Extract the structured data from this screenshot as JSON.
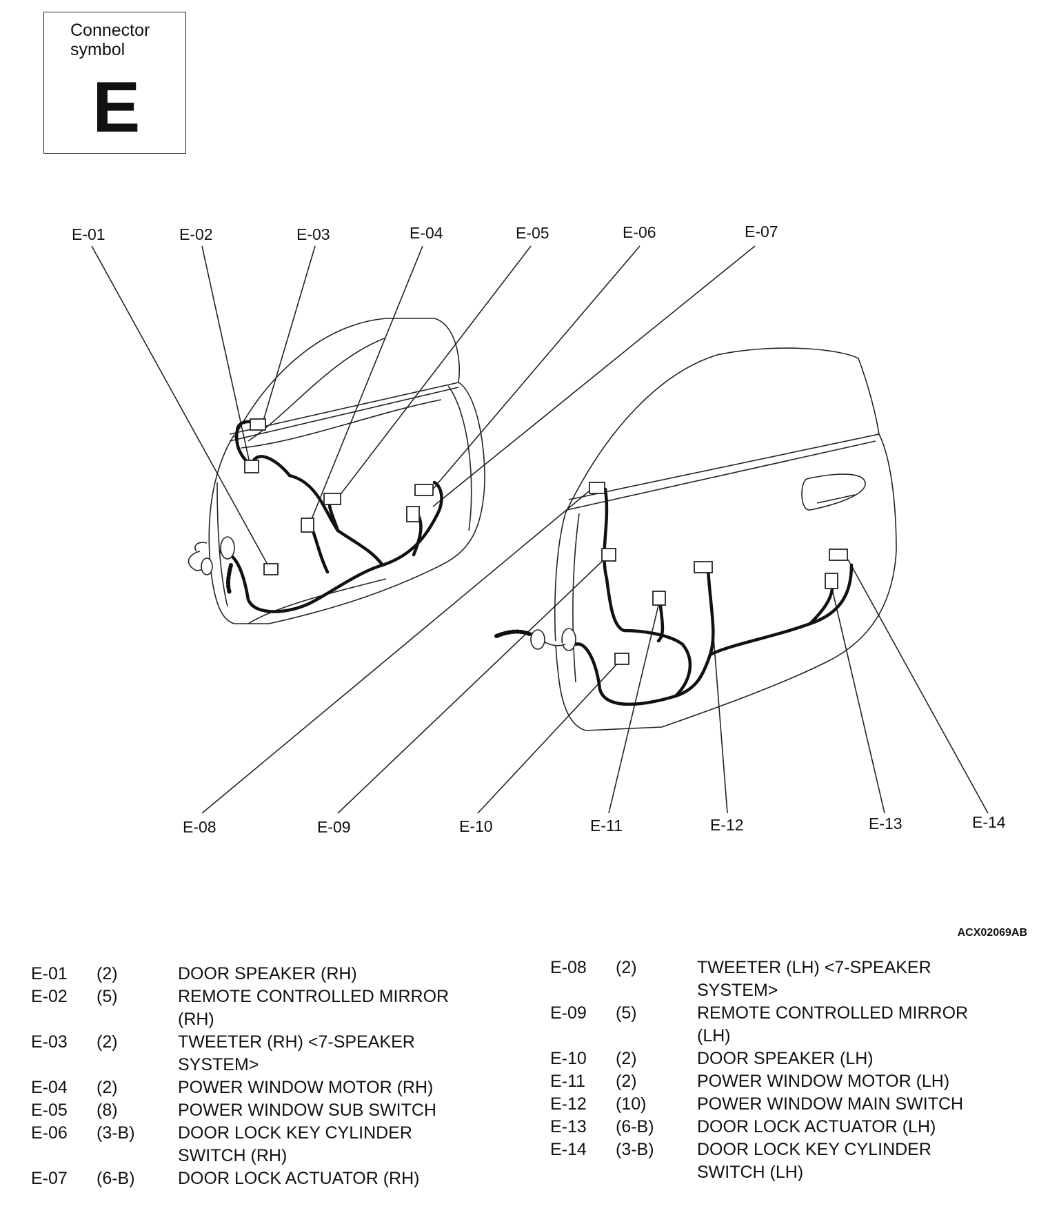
{
  "connector_symbol": {
    "caption": "Connector\nsymbol",
    "letter": "E"
  },
  "figure_id": "ACX02069AB",
  "connector_labels": [
    "E-01",
    "E-02",
    "E-03",
    "E-04",
    "E-05",
    "E-06",
    "E-07",
    "E-08",
    "E-09",
    "E-10",
    "E-11",
    "E-12",
    "E-13",
    "E-14"
  ],
  "legend_left": [
    {
      "code": "E-01",
      "pins": "(2)",
      "desc": "DOOR SPEAKER (RH)"
    },
    {
      "code": "E-02",
      "pins": "(5)",
      "desc": "REMOTE CONTROLLED MIRROR\n(RH)"
    },
    {
      "code": "E-03",
      "pins": "(2)",
      "desc": "TWEETER (RH) <7-SPEAKER\nSYSTEM>"
    },
    {
      "code": "E-04",
      "pins": "(2)",
      "desc": "POWER WINDOW MOTOR (RH)"
    },
    {
      "code": "E-05",
      "pins": "(8)",
      "desc": "POWER WINDOW SUB SWITCH"
    },
    {
      "code": "E-06",
      "pins": "(3-B)",
      "desc": "DOOR LOCK KEY CYLINDER\nSWITCH (RH)"
    },
    {
      "code": "E-07",
      "pins": "(6-B)",
      "desc": "DOOR LOCK ACTUATOR (RH)"
    }
  ],
  "legend_right": [
    {
      "code": "E-08",
      "pins": "(2)",
      "desc": "TWEETER (LH) <7-SPEAKER\nSYSTEM>"
    },
    {
      "code": "E-09",
      "pins": "(5)",
      "desc": "REMOTE CONTROLLED MIRROR\n(LH)"
    },
    {
      "code": "E-10",
      "pins": "(2)",
      "desc": "DOOR SPEAKER (LH)"
    },
    {
      "code": "E-11",
      "pins": "(2)",
      "desc": "POWER WINDOW MOTOR (LH)"
    },
    {
      "code": "E-12",
      "pins": "(10)",
      "desc": "POWER WINDOW MAIN SWITCH"
    },
    {
      "code": "E-13",
      "pins": "(6-B)",
      "desc": "DOOR LOCK ACTUATOR (LH)"
    },
    {
      "code": "E-14",
      "pins": "(3-B)",
      "desc": "DOOR LOCK KEY CYLINDER\nSWITCH (LH)"
    }
  ]
}
